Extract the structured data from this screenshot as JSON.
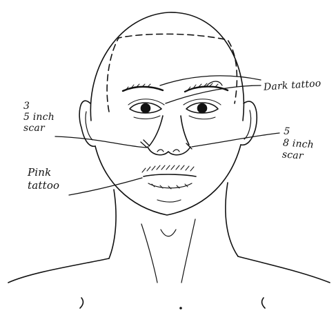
{
  "labels": {
    "tattoo_top": "Dark tattoo",
    "scar_left": "3\n5 inch\nscar",
    "scar_right": "5\n8 inch\nscar",
    "tattoo_lip": "Pink\ntattoo"
  },
  "colors": {
    "ink": "#111111",
    "background": "#ffffff"
  }
}
